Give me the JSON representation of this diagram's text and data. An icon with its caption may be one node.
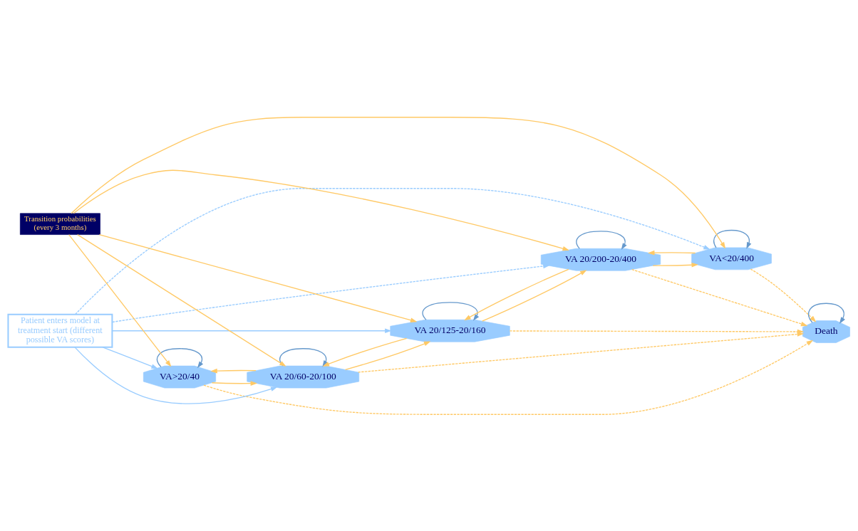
{
  "diagram": {
    "nodes": [
      {
        "text": [
          "VA>20/40"
        ]
      },
      {
        "text": [
          "VA 20/60-20/100"
        ]
      },
      {
        "text": [
          "VA 20/125-20/160"
        ]
      },
      {
        "text": [
          "VA 20/200-20/400"
        ]
      },
      {
        "text": [
          "VA<20/400"
        ]
      },
      {
        "text": [
          "Death"
        ]
      },
      {
        "text": [
          "Patient enters model at treatment start (different possible VA scores)"
        ]
      },
      {
        "text": [
          "Transition probabilities (every 3 months)"
        ]
      }
    ],
    "edges": [
      {
        "from": 0,
        "to": 0,
        "arrow": "to",
        "color": "#6699cc"
      },
      {
        "from": 1,
        "to": 1,
        "arrow": "to",
        "color": "#6699cc"
      },
      {
        "from": 2,
        "to": 2,
        "arrow": "to",
        "color": "#6699cc"
      },
      {
        "from": 3,
        "to": 3,
        "arrow": "to",
        "color": "#6699cc"
      },
      {
        "from": 4,
        "to": 4,
        "arrow": "to",
        "color": "#6699cc"
      },
      {
        "from": 5,
        "to": 5,
        "arrow": "to",
        "color": "#6699cc"
      },
      {
        "from": 0,
        "to": 1,
        "arrow": "to"
      },
      {
        "from": 1,
        "to": 0,
        "arrow": "to"
      },
      {
        "from": 1,
        "to": 2,
        "arrow": "to"
      },
      {
        "from": 2,
        "to": 1,
        "arrow": "to"
      },
      {
        "from": 2,
        "to": 3,
        "arrow": "to"
      },
      {
        "from": 3,
        "to": 2,
        "arrow": "to"
      },
      {
        "from": 3,
        "to": 4,
        "arrow": "to"
      },
      {
        "from": 4,
        "to": 3,
        "arrow": "to"
      },
      {
        "from": 0,
        "to": 5,
        "arrow": "to",
        "style": "dashed"
      },
      {
        "from": 1,
        "to": 5,
        "arrow": "to",
        "style": "dashed"
      },
      {
        "from": 2,
        "to": 5,
        "arrow": "to",
        "style": "dashed"
      },
      {
        "from": 3,
        "to": 5,
        "arrow": "to",
        "style": "dashed"
      },
      {
        "from": 4,
        "to": 5,
        "arrow": "to",
        "style": "dashed"
      },
      {
        "from": 7,
        "to": 0,
        "arrow": "to"
      },
      {
        "from": 7,
        "to": 1,
        "arrow": "to"
      },
      {
        "from": 7,
        "to": 2,
        "arrow": "to"
      },
      {
        "from": 7,
        "to": 3,
        "arrow": "to"
      },
      {
        "from": 7,
        "to": 4,
        "arrow": "to"
      },
      {
        "from": 6,
        "to": 0,
        "arrow": "to",
        "color": "#99ccff"
      },
      {
        "from": 6,
        "to": 1,
        "arrow": "to",
        "color": "#99ccff"
      },
      {
        "from": 6,
        "to": 2,
        "arrow": "to",
        "color": "#99ccff"
      },
      {
        "from": 6,
        "to": 3,
        "arrow": "to",
        "color": "#99ccff",
        "style": "dashed"
      },
      {
        "from": 6,
        "to": 4,
        "arrow": "to",
        "color": "#99ccff",
        "style": "dashed"
      }
    ]
  }
}
